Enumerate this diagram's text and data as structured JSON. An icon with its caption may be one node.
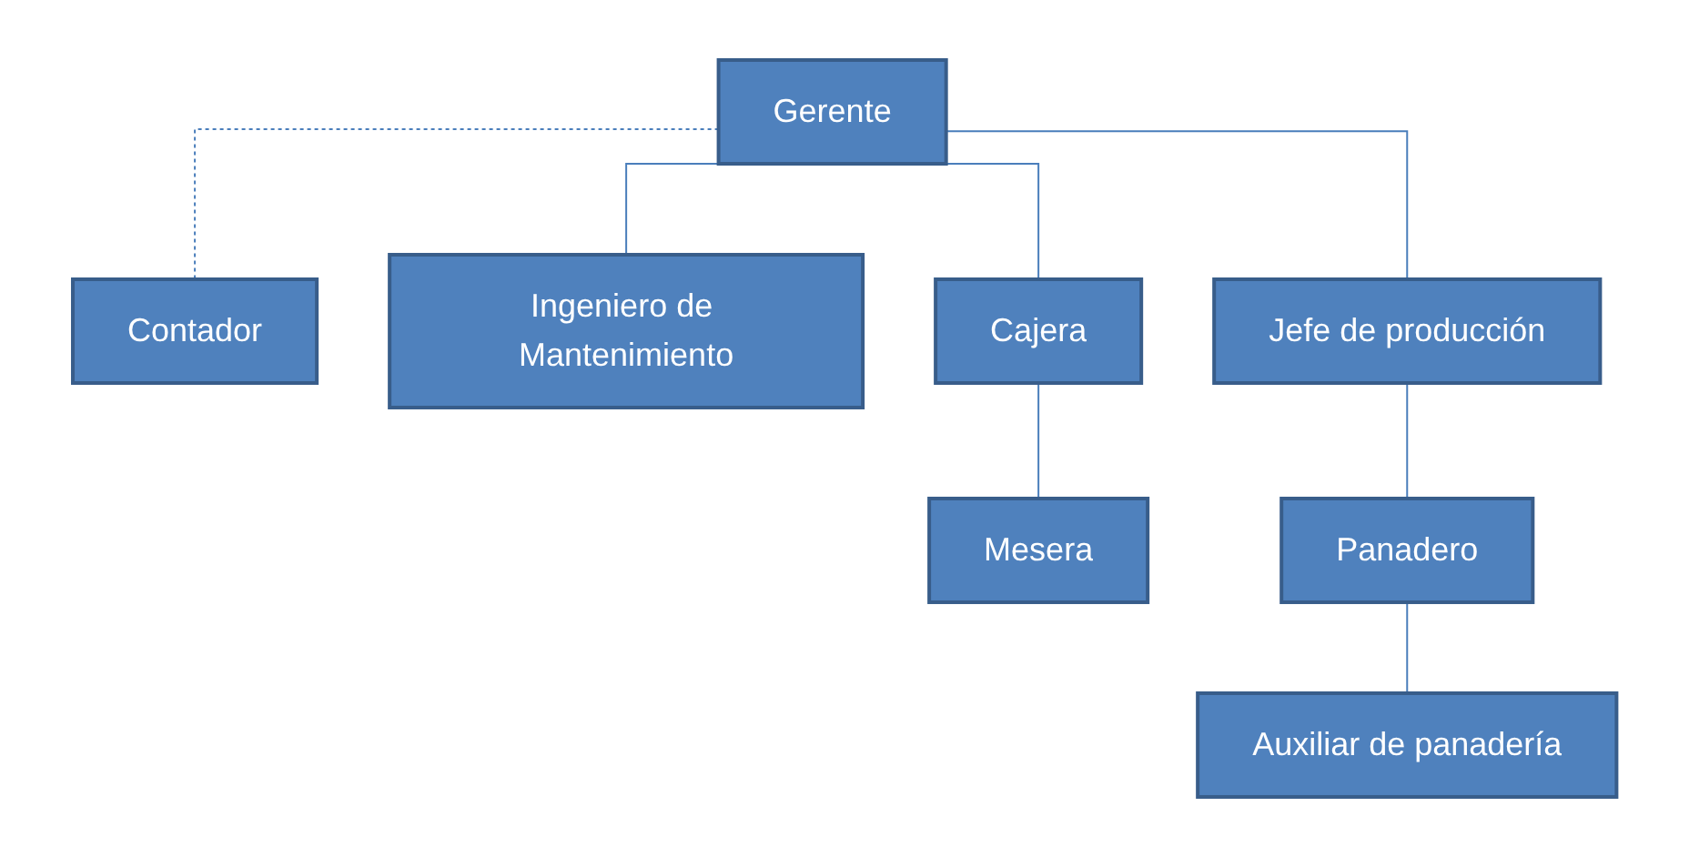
{
  "diagram": {
    "nodes": [
      {
        "text": [
          "Gerente"
        ]
      },
      {
        "text": [
          "Contador"
        ]
      },
      {
        "text": [
          "Ingeniero de Mantenimiento"
        ]
      },
      {
        "text": [
          "Cajera"
        ]
      },
      {
        "text": [
          "Jefe de producción"
        ]
      },
      {
        "text": [
          "Mesera"
        ]
      },
      {
        "text": [
          "Panadero"
        ]
      },
      {
        "text": [
          "Auxiliar de panadería"
        ]
      }
    ],
    "edges": [
      {
        "from": 0,
        "to": 1,
        "arrow": "none",
        "style": "dashed"
      },
      {
        "from": 0,
        "to": 2,
        "arrow": "none"
      },
      {
        "from": 0,
        "to": 3,
        "arrow": "none"
      },
      {
        "from": 0,
        "to": 4,
        "arrow": "none"
      },
      {
        "from": 3,
        "to": 5,
        "arrow": "none"
      },
      {
        "from": 4,
        "to": 6,
        "arrow": "none"
      },
      {
        "from": 6,
        "to": 7,
        "arrow": "none"
      }
    ]
  }
}
